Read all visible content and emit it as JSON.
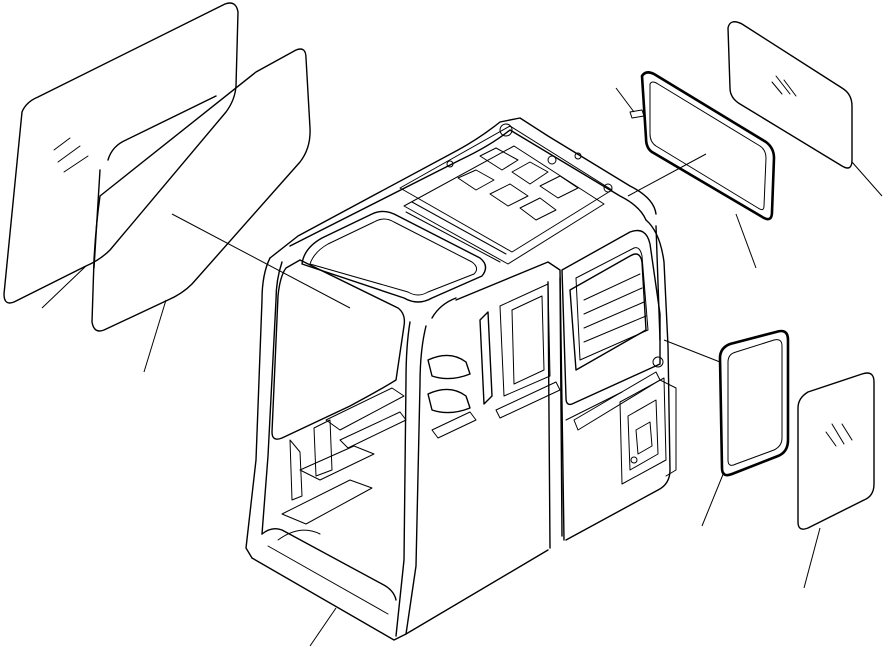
{
  "diagram": {
    "type": "exploded-view",
    "parts": [
      {
        "id": "front-upper-glass",
        "icon": "glass-pane-icon"
      },
      {
        "id": "front-upper-seal",
        "icon": "seal-icon"
      },
      {
        "id": "rear-glass-seal",
        "icon": "seal-icon"
      },
      {
        "id": "rear-glass",
        "icon": "glass-pane-icon"
      },
      {
        "id": "side-glass-seal",
        "icon": "seal-icon"
      },
      {
        "id": "side-glass",
        "icon": "glass-pane-icon"
      },
      {
        "id": "cab-frame",
        "icon": "cab-frame-icon"
      }
    ]
  }
}
